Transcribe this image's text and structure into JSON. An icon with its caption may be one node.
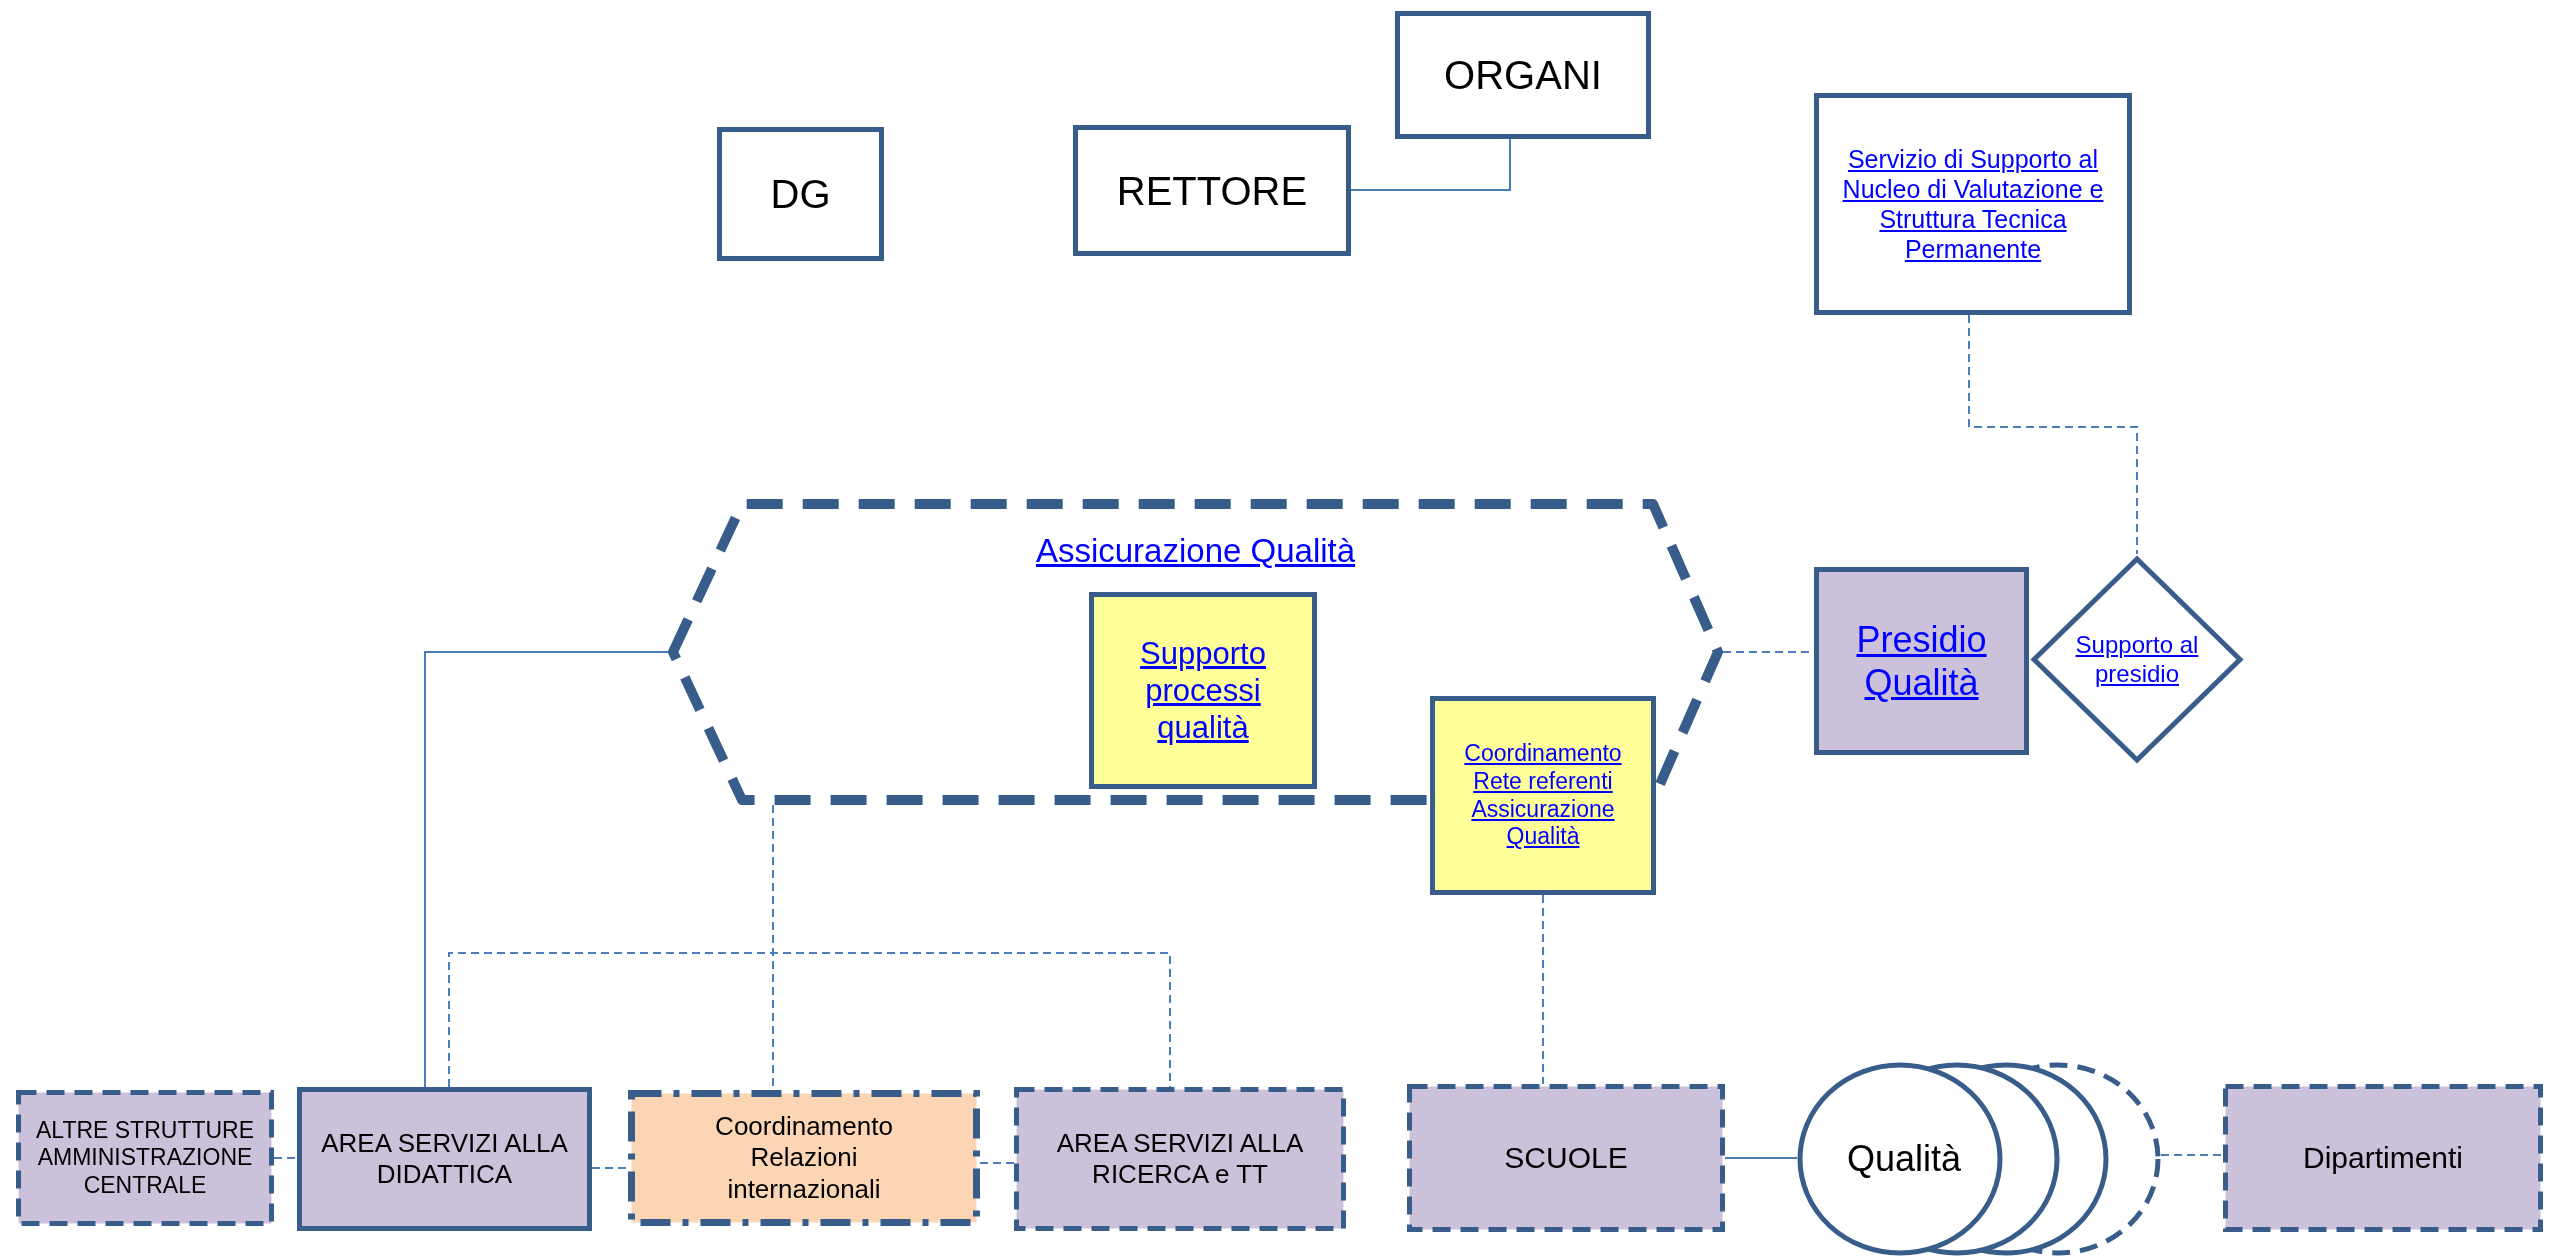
{
  "diagram": {
    "nodes": [
      {
        "text": [
          "DG"
        ]
      },
      {
        "text": [
          "RETTORE"
        ]
      },
      {
        "text": [
          "ORGANI"
        ]
      },
      {
        "text": [
          "Servizio di Supporto al Nucleo di Valutazione e Struttura Tecnica Permanente"
        ]
      },
      {
        "text": [
          "Assicurazione Qualità"
        ]
      },
      {
        "text": [
          "Supporto processi qualità"
        ],
        "in": 4
      },
      {
        "text": [
          "Coordinamento Rete referenti Assicurazione Qualità"
        ]
      },
      {
        "text": [
          "Presidio Qualità"
        ]
      },
      {
        "text": [
          "Supporto al presidio"
        ]
      },
      {
        "text": [
          "ALTRE STRUTTURE AMMINISTRAZIONE CENTRALE"
        ]
      },
      {
        "text": [
          "AREA SERVIZI ALLA DIDATTICA"
        ]
      },
      {
        "text": [
          "Coordinamento Relazioni internazionali"
        ]
      },
      {
        "text": [
          "AREA SERVIZI ALLA RICERCA e TT"
        ]
      },
      {
        "text": [
          "SCUOLE"
        ]
      },
      {
        "text": [
          "Qualità"
        ]
      },
      {
        "text": [
          "Dipartimenti"
        ]
      }
    ],
    "edges": [
      {
        "from": 1,
        "to": 2,
        "arrow": "none"
      },
      {
        "from": 3,
        "to": 8,
        "arrow": "none",
        "style": "dashed"
      },
      {
        "from": 4,
        "to": 7,
        "arrow": "none",
        "style": "dashed"
      },
      {
        "from": 10,
        "to": 4,
        "arrow": "none"
      },
      {
        "from": 4,
        "to": 11,
        "arrow": "none",
        "style": "dashed"
      },
      {
        "from": 10,
        "to": 12,
        "arrow": "none",
        "style": "dashed"
      },
      {
        "from": 9,
        "to": 10,
        "arrow": "none",
        "style": "dashed"
      },
      {
        "from": 10,
        "to": 11,
        "arrow": "none",
        "style": "dashed"
      },
      {
        "from": 11,
        "to": 12,
        "arrow": "none",
        "style": "dashed"
      },
      {
        "from": 6,
        "to": 13,
        "arrow": "none",
        "style": "dashed"
      },
      {
        "from": 13,
        "to": 14,
        "arrow": "none"
      },
      {
        "from": 14,
        "to": 15,
        "arrow": "none",
        "style": "dashed"
      }
    ]
  }
}
